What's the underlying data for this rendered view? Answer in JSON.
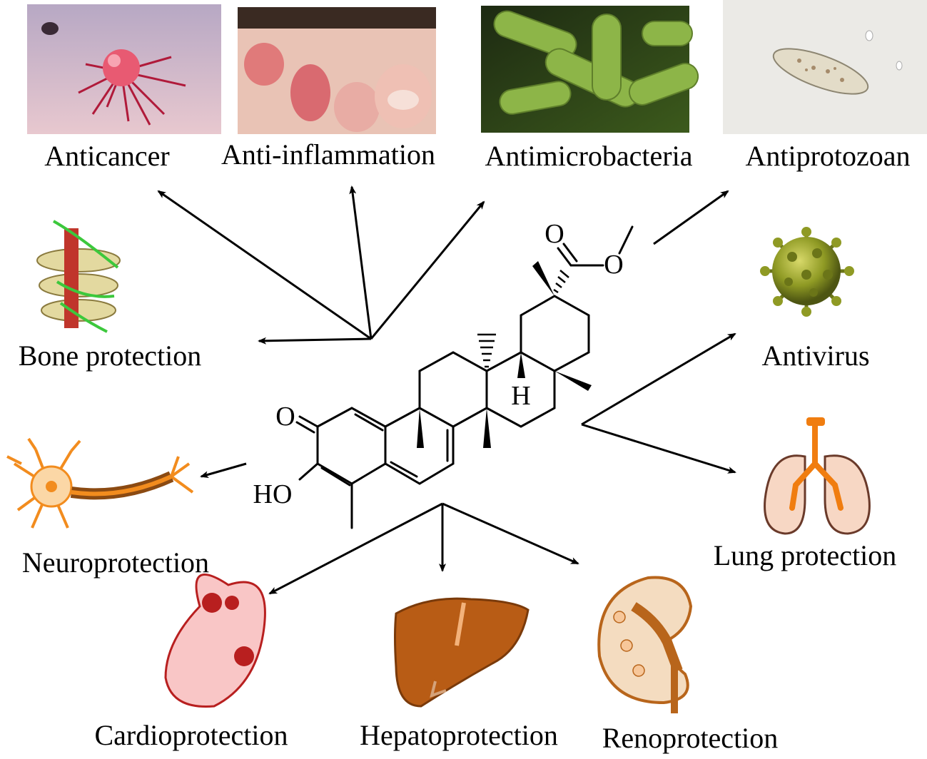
{
  "activities": {
    "anticancer": "Anticancer",
    "anti_inflammation": "Anti-inflammation",
    "antimicrobacteria": "Antimicrobacteria",
    "antiprotozoan": "Antiprotozoan",
    "bone_protection": "Bone protection",
    "antivirus": "Antivirus",
    "neuroprotection": "Neuroprotection",
    "lung_protection": "Lung protection",
    "cardioprotection": "Cardioprotection",
    "hepatoprotection": "Hepatoprotection",
    "renoprotection": "Renoprotection"
  },
  "molecule": {
    "atom_o_ketone": "O",
    "atom_ho": "HO",
    "atom_o_carbonyl": "O",
    "atom_o_ester": "O",
    "atom_h": "H"
  },
  "colors": {
    "neuron": "#f28c1e",
    "virus": "#9aa52a",
    "heart": "#f9c6c6",
    "heart_outline": "#b81f1f",
    "liver": "#b85c15",
    "kidney": "#b8651b",
    "lung": "#f7d7c4",
    "bacteria": "#8db548"
  }
}
